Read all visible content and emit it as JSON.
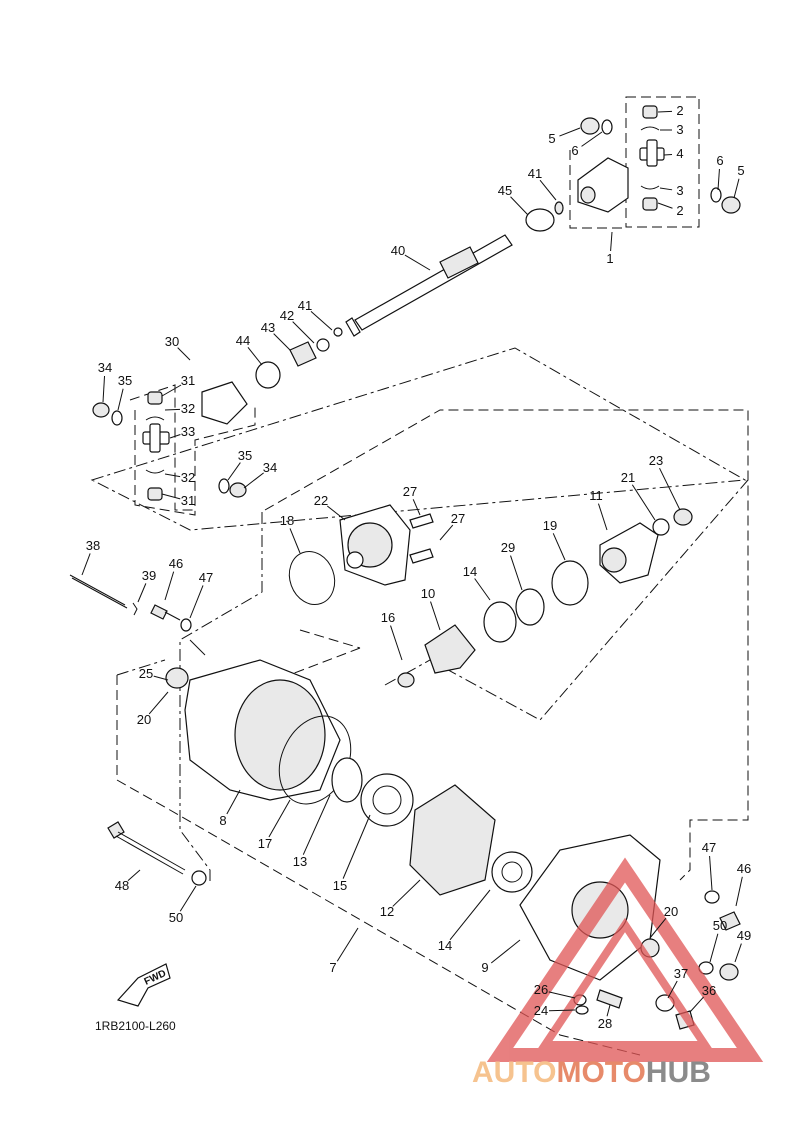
{
  "diagram": {
    "reference_code": "1RB2100-L260",
    "direction_label": "FWD",
    "callouts": [
      "1",
      "2",
      "2",
      "3",
      "3",
      "4",
      "5",
      "5",
      "6",
      "6",
      "41",
      "45",
      "40",
      "41",
      "42",
      "43",
      "44",
      "30",
      "31",
      "31",
      "32",
      "32",
      "33",
      "34",
      "34",
      "35",
      "35",
      "22",
      "27",
      "27",
      "18",
      "11",
      "21",
      "23",
      "19",
      "29",
      "14",
      "10",
      "16",
      "38",
      "39",
      "46",
      "47",
      "25",
      "20",
      "8",
      "17",
      "13",
      "15",
      "12",
      "14",
      "9",
      "47",
      "46",
      "20",
      "50",
      "49",
      "37",
      "36",
      "26",
      "24",
      "28",
      "48",
      "50",
      "7"
    ]
  },
  "watermark": {
    "brand_part1": "AUTO",
    "brand_part2": "MOTO",
    "brand_part3": "HUB",
    "color_light": "#f6c38f",
    "color_red": "#e05555",
    "color_gray": "#8b8b8b"
  }
}
